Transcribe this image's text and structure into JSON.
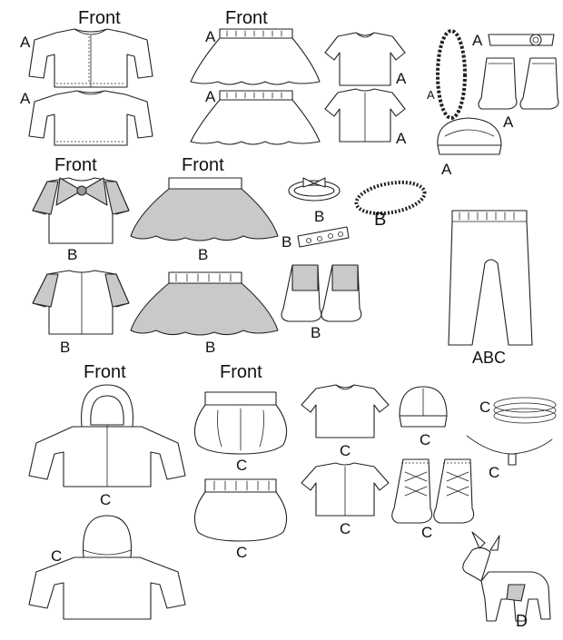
{
  "headings": {
    "front": "Front"
  },
  "labels": {
    "a": "A",
    "b": "B",
    "c": "C",
    "abc": "ABC",
    "d": "D"
  }
}
